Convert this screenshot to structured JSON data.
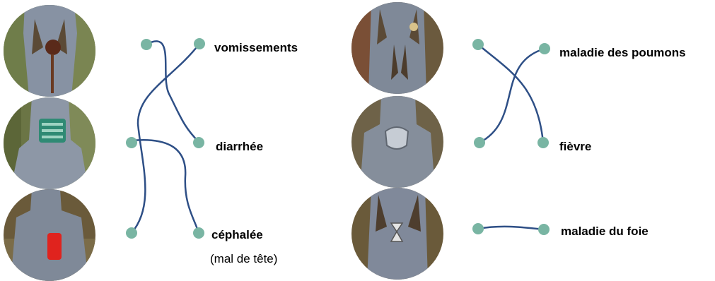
{
  "left_group": {
    "labels": [
      "vomissements",
      "diarrhée",
      "céphalée"
    ],
    "sublabel": "(mal de tête)"
  },
  "right_group": {
    "labels": [
      "maladie des poumons",
      "fièvre",
      "maladie du foie"
    ]
  },
  "colors": {
    "dot": "#79b5a3",
    "line": "#2e4f86"
  }
}
